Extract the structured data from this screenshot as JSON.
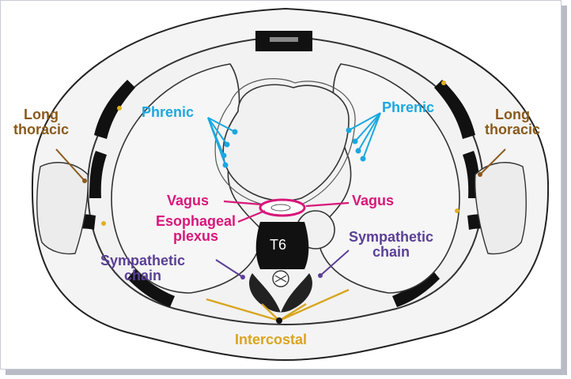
{
  "labels": {
    "long_thoracic_left": [
      "Long",
      "thoracic"
    ],
    "long_thoracic_right": [
      "Long",
      "thoracic"
    ],
    "phrenic_left": "Phrenic",
    "phrenic_right": "Phrenic",
    "vagus_left": "Vagus",
    "vagus_right": "Vagus",
    "esophageal_plexus": [
      "Esophageal",
      "plexus"
    ],
    "vertebra": "T6",
    "sympathetic_left": [
      "Sympathetic",
      "chain"
    ],
    "sympathetic_right": [
      "Sympathetic",
      "chain"
    ],
    "intercostal": "Intercostal"
  },
  "colors": {
    "long_thoracic": "#8a5a1a",
    "phrenic": "#1aa8e0",
    "vagus": "#d8177a",
    "sympathetic": "#5b3f96",
    "intercostal": "#d9a520"
  }
}
